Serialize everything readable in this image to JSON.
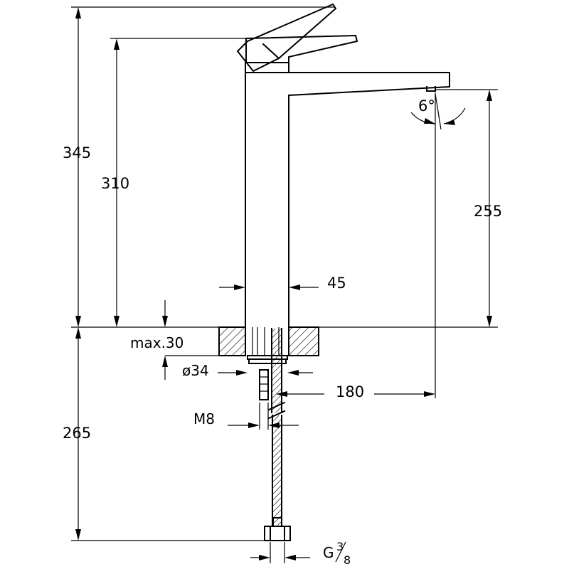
{
  "dimensions": {
    "overall_height": "345",
    "body_height": "310",
    "spout_height": "255",
    "body_width": "45",
    "max_thickness": "max.30",
    "hole_diameter": "ø34",
    "reach": "180",
    "below_height": "265",
    "thread": "M8",
    "connection_g": "G",
    "connection_num": "3",
    "connection_den": "8",
    "angle": "6°"
  }
}
